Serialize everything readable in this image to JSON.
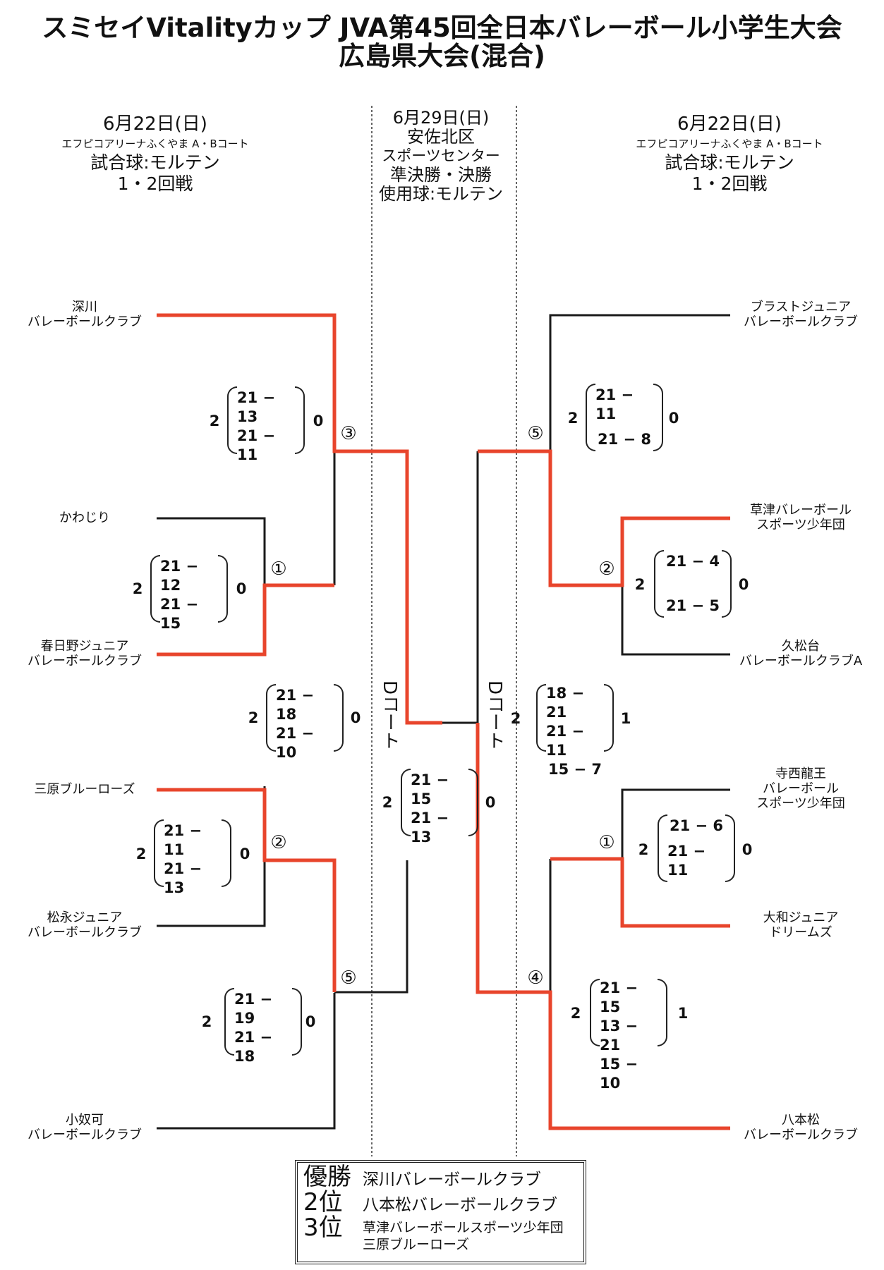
{
  "title": {
    "line1": "スミセイVitalityカップ JVA第45回全日本バレーボール小学生大会",
    "line2": "広島県大会(混合)"
  },
  "left_header": {
    "date": "6月22日(日)",
    "venue": "エフピコアリーナふくやま A・Bコート",
    "ball": "試合球:モルテン",
    "rounds": "1・2回戦"
  },
  "center_header": {
    "date": "6月29日(日)",
    "venue1": "安佐北区",
    "venue2": "スポーツセンター",
    "rounds": "準決勝・決勝",
    "ball": "使用球:モルテン"
  },
  "right_header": {
    "date": "6月22日(日)",
    "venue": "エフピコアリーナふくやま A・Bコート",
    "ball": "試合球:モルテン",
    "rounds": "1・2回戦"
  },
  "teams_left": [
    {
      "line1": "深川",
      "line2": "バレーボールクラブ"
    },
    {
      "line1": "かわじり",
      "line2": ""
    },
    {
      "line1": "春日野ジュニア",
      "line2": "バレーボールクラブ"
    },
    {
      "line1": "三原ブルーローズ",
      "line2": ""
    },
    {
      "line1": "松永ジュニア",
      "line2": "バレーボールクラブ"
    },
    {
      "line1": "小奴可",
      "line2": "バレーボールクラブ"
    }
  ],
  "teams_right": [
    {
      "line1": "ブラストジュニア",
      "line2": "バレーボールクラブ",
      "line3": ""
    },
    {
      "line1": "草津バレーボール",
      "line2": "スポーツ少年団",
      "line3": ""
    },
    {
      "line1": "久松台",
      "line2": "バレーボールクラブA",
      "line3": ""
    },
    {
      "line1": "寺西龍王",
      "line2": "バレーボール",
      "line3": "スポーツ少年団"
    },
    {
      "line1": "大和ジュニア",
      "line2": "ドリームズ",
      "line3": ""
    },
    {
      "line1": "八本松",
      "line2": "バレーボールクラブ",
      "line3": ""
    }
  ],
  "round_marks": {
    "l3": "③",
    "l1": "①",
    "l2": "②",
    "l5": "⑤",
    "r5": "⑤",
    "r2": "②",
    "r1": "①",
    "r4": "④"
  },
  "court_label": "Dコート",
  "scores": {
    "l_qf_top": {
      "sets": [
        "21 − 13",
        "21 − 11"
      ],
      "w": "2",
      "l": "0"
    },
    "l_r1_top": {
      "sets": [
        "21 − 12",
        "21 − 15"
      ],
      "w": "2",
      "l": "0"
    },
    "l_semi": {
      "sets": [
        "21 −  18",
        "21 − 10"
      ],
      "w": "2",
      "l": "0"
    },
    "l_r1_bot": {
      "sets": [
        "21 − 11",
        "21 − 13"
      ],
      "w": "2",
      "l": "0"
    },
    "l_qf_bot": {
      "sets": [
        "21 − 19",
        "21 − 18"
      ],
      "w": "2",
      "l": "0"
    },
    "final": {
      "sets": [
        "21 − 15",
        "21 − 13"
      ],
      "w": "2",
      "l": "0"
    },
    "r_qf_top": {
      "sets": [
        "21 − 11",
        "21 − 8"
      ],
      "w": "2",
      "l": "0"
    },
    "r_r1_top": {
      "sets": [
        "21 −  4",
        "21 −  5"
      ],
      "w": "2",
      "l": "0"
    },
    "r_semi": {
      "sets": [
        "18 − 21",
        "21 − 11",
        "15 −  7"
      ],
      "w": "2",
      "l": "1"
    },
    "r_r1_bot": {
      "sets": [
        "21 −  6",
        "21 − 11"
      ],
      "w": "2",
      "l": "0"
    },
    "r_qf_bot": {
      "sets": [
        "21 − 15",
        "13 −  21",
        "15 − 10"
      ],
      "w": "2",
      "l": "1"
    }
  },
  "results": {
    "first_label": "優勝",
    "first": "深川バレーボールクラブ",
    "second_label": "2位",
    "second": "八本松バレーボールクラブ",
    "third_label": "3位",
    "third1": "草津バレーボールスポーツ少年団",
    "third2": "三原ブルーローズ"
  },
  "colors": {
    "winner_line": "#e8452c",
    "line": "#1a1a1a"
  }
}
